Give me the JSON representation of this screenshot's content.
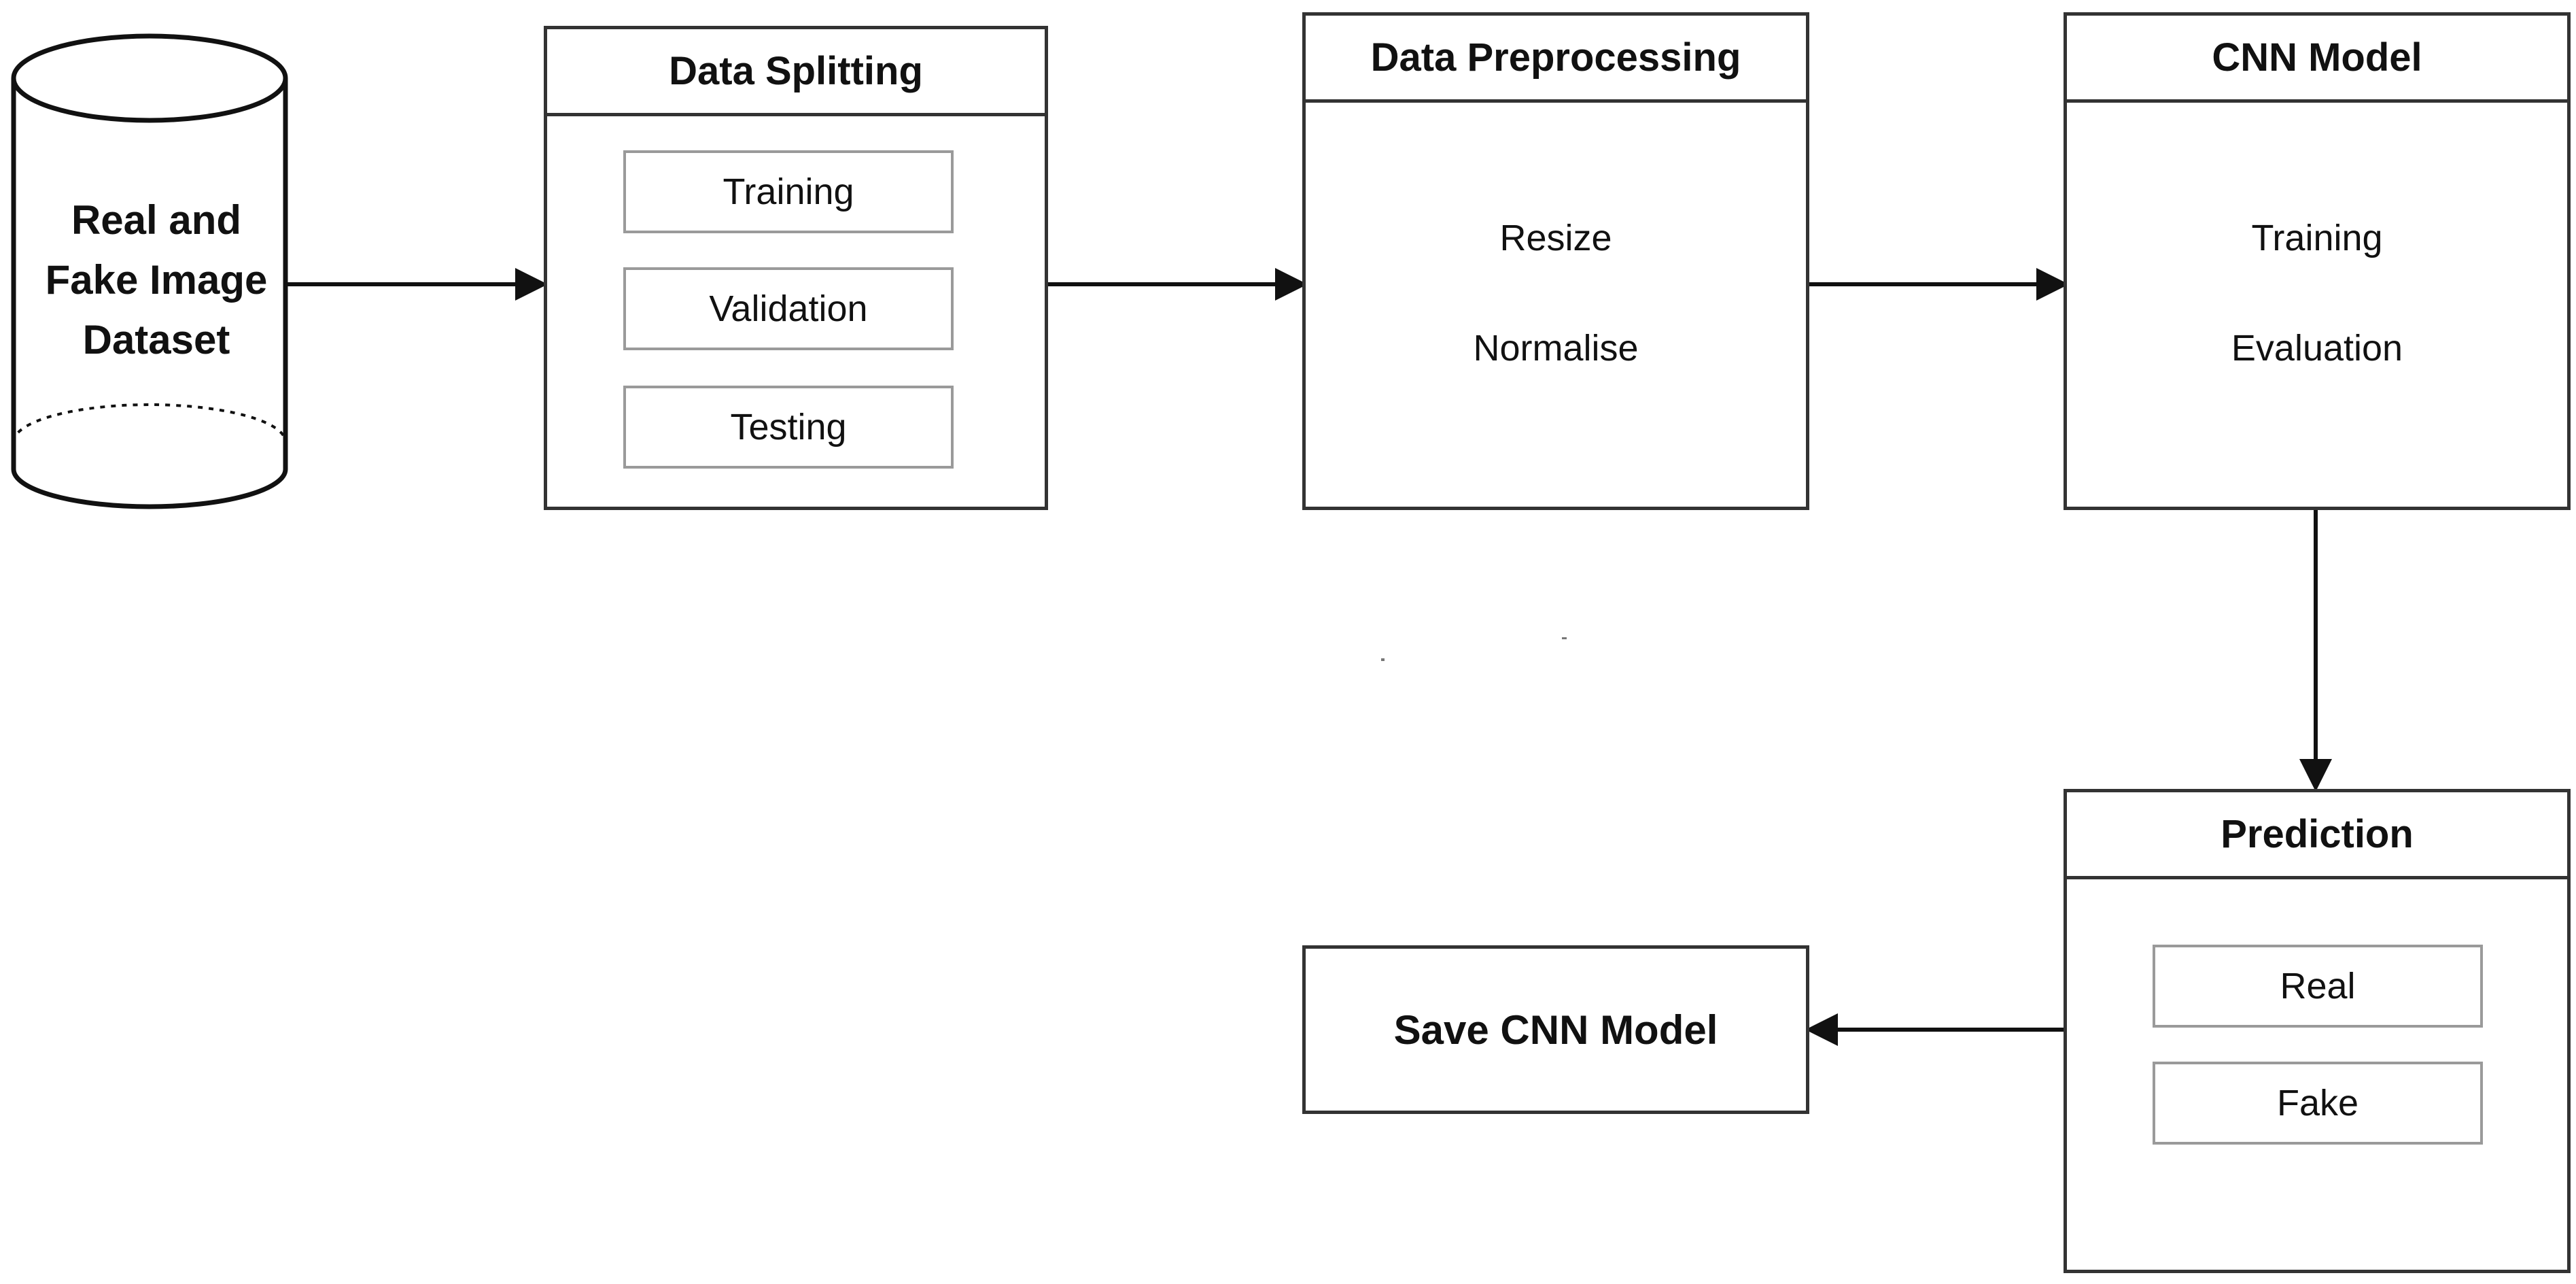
{
  "diagram": {
    "dataset": {
      "lines": [
        "Real and",
        "Fake Image",
        "Dataset"
      ]
    },
    "data_splitting": {
      "title": "Data Splitting",
      "items": [
        "Training",
        "Validation",
        "Testing"
      ]
    },
    "data_preprocessing": {
      "title": "Data Preprocessing",
      "items": [
        "Resize",
        "Normalise"
      ]
    },
    "cnn_model": {
      "title": "CNN Model",
      "items": [
        "Training",
        "Evaluation"
      ]
    },
    "prediction": {
      "title": "Prediction",
      "items": [
        "Real",
        "Fake"
      ]
    },
    "save_model": {
      "label": "Save CNN Model"
    }
  }
}
